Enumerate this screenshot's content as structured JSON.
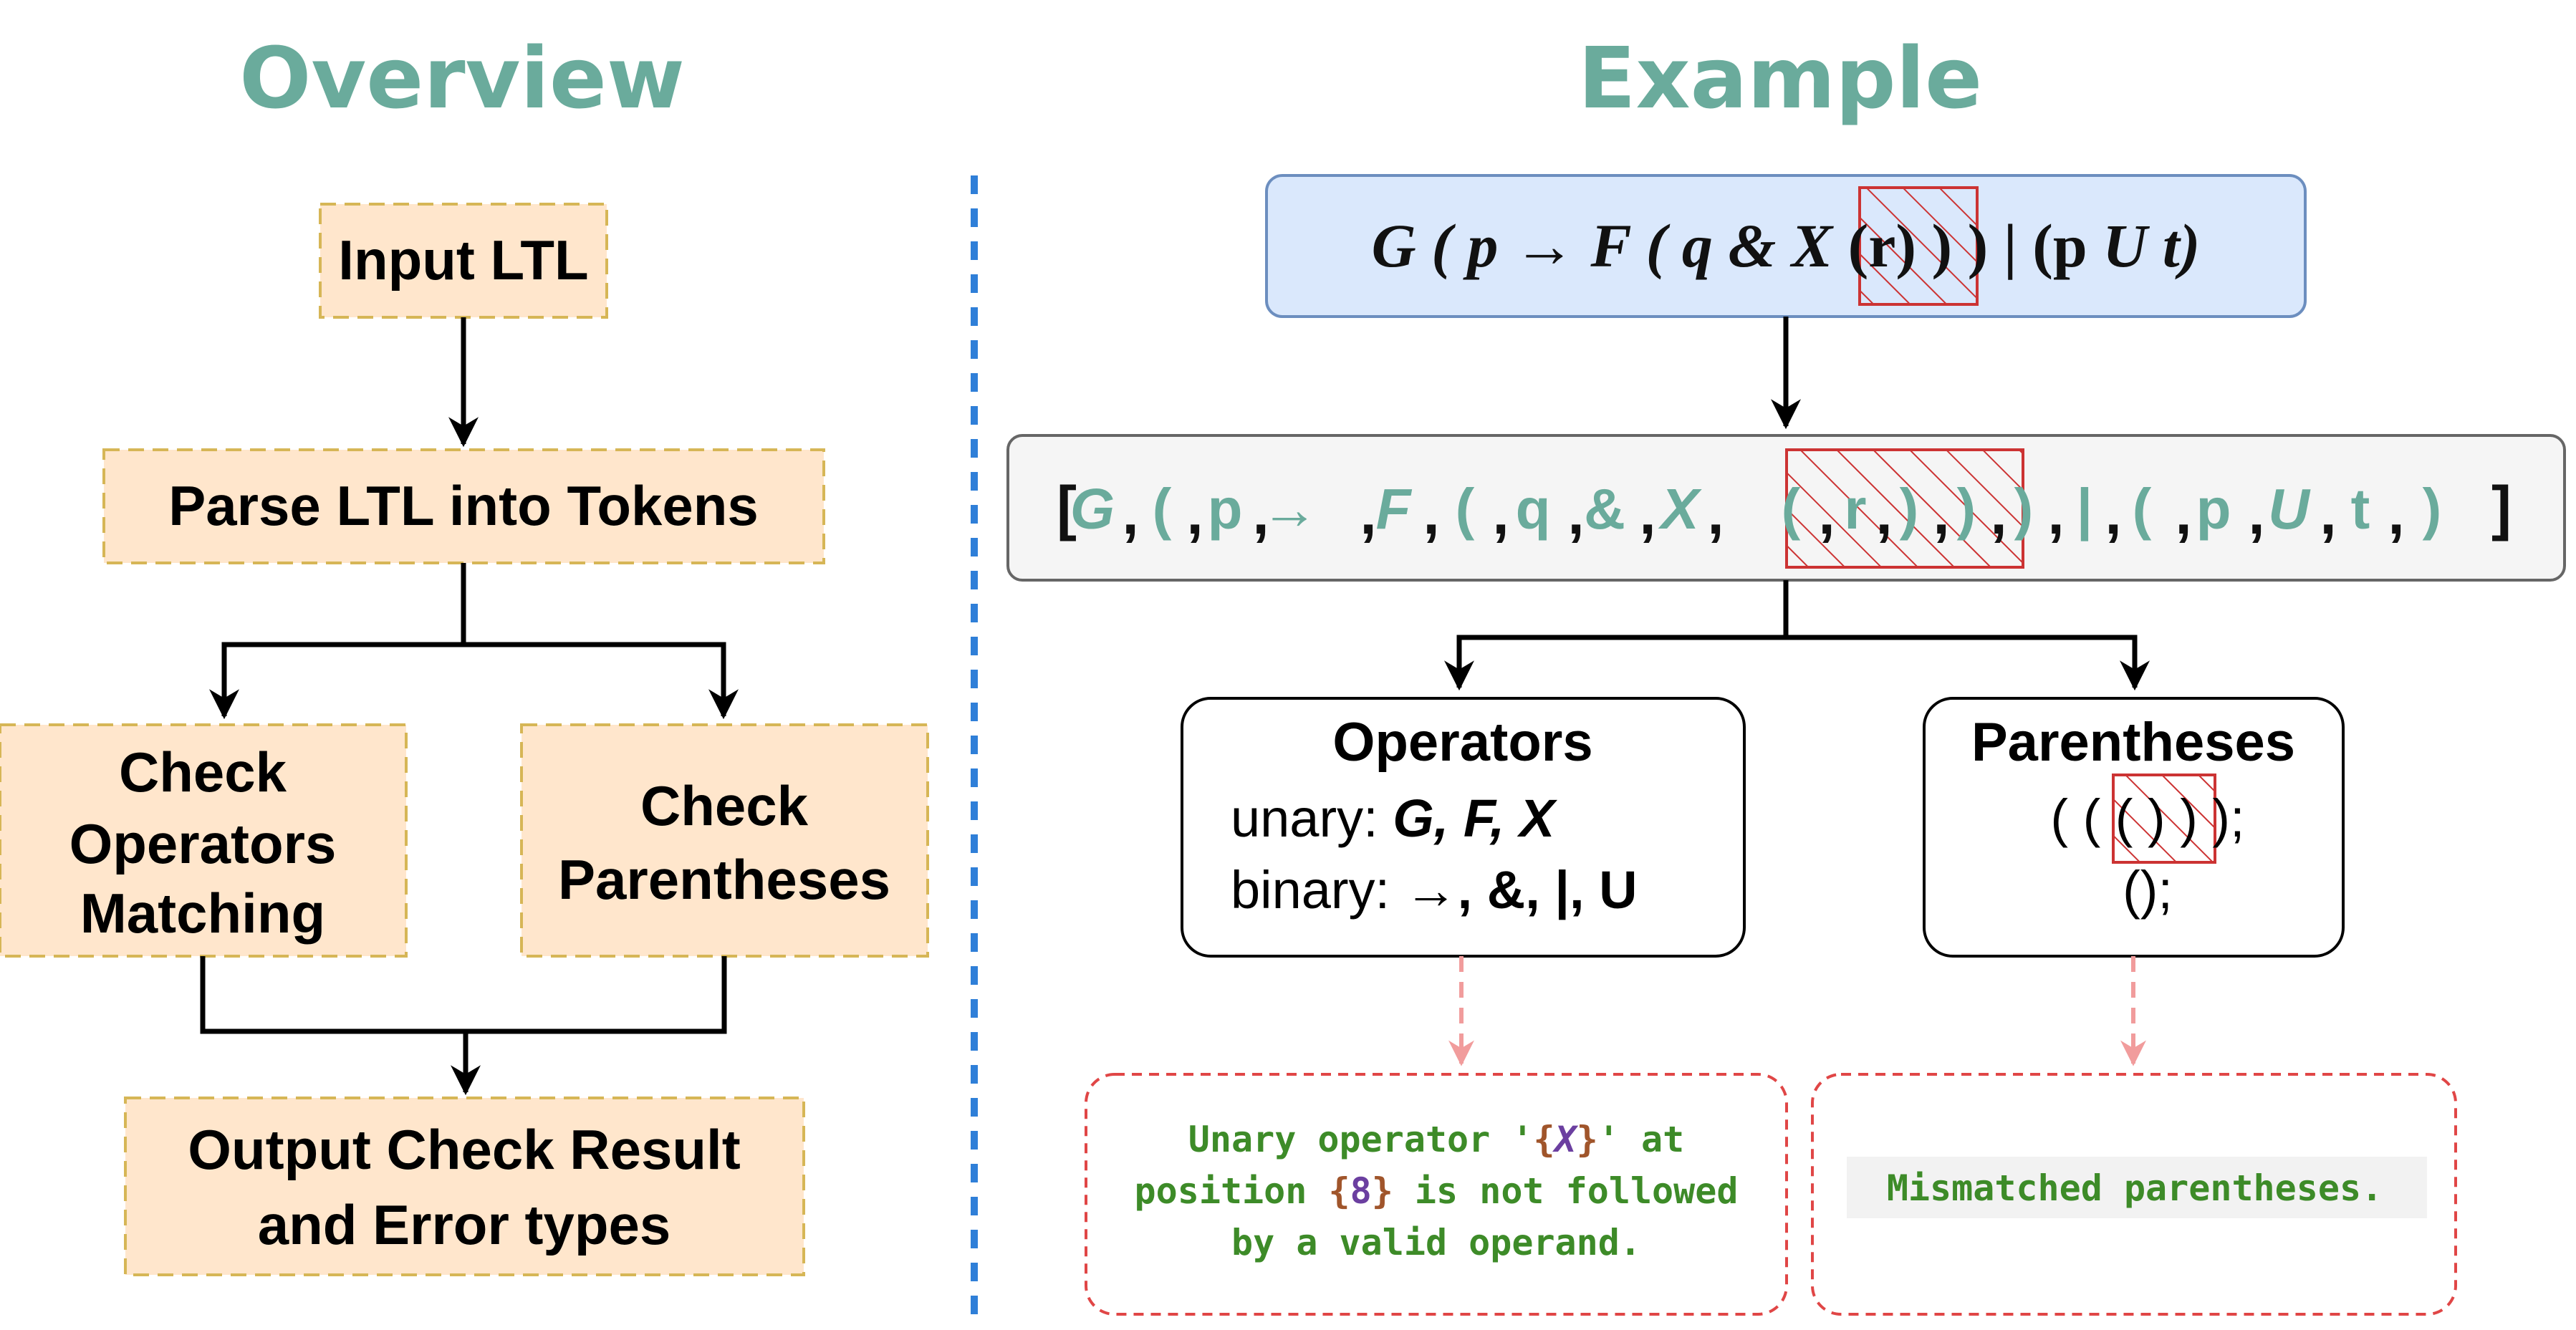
{
  "titles": {
    "overview": "Overview",
    "example": "Example"
  },
  "overview": {
    "input": "Input LTL",
    "parse": "Parse LTL into Tokens",
    "check_operators": [
      "Check",
      "Operators",
      "Matching"
    ],
    "check_parentheses": [
      "Check",
      "Parentheses"
    ],
    "output": [
      "Output Check Result",
      "and Error types"
    ]
  },
  "example": {
    "formula": {
      "part1": "G ( p → ",
      "part2": "F ( q & X ",
      "highlight": "(r) )",
      "part3": " ) | (p ",
      "part4": "U t)"
    },
    "tokens_open": "[",
    "tokens_close": "]",
    "tokens": [
      "G",
      "(",
      "p",
      "→",
      "F",
      "(",
      "q",
      "&",
      "X",
      "(",
      "r",
      ")",
      ")",
      ")",
      "|",
      "(",
      "p",
      "U",
      "t",
      ")"
    ],
    "operators_box": {
      "title": "Operators",
      "unary_label": "unary: ",
      "unary_ops": "G, F, X",
      "binary_label": "binary: ",
      "binary_ops": "→, &, |, U"
    },
    "parentheses_box": {
      "title": "Parentheses",
      "line1": "( ( ( ) ) );",
      "line2": "();"
    },
    "error_operators": {
      "l1_pre": "Unary operator '",
      "l1_brace_open": "{",
      "l1_var": "X",
      "l1_brace_close": "}",
      "l1_post": "' at",
      "l2_pre": "position ",
      "l2_brace_open": "{",
      "l2_num": "8",
      "l2_brace_close": "}",
      "l2_post": " is not followed",
      "l3": "by a valid operand."
    },
    "error_parentheses": "Mismatched parentheses."
  },
  "colors": {
    "title": "#6aab9c",
    "overview_box_fill": "#ffe6cc",
    "overview_box_stroke": "#d6b656",
    "formula_fill": "#dae8fc",
    "formula_stroke": "#6c8ebf",
    "tokens_fill": "#f5f5f5",
    "tokens_stroke": "#666666",
    "hatch": "#cc3333",
    "divider": "#2f7fd8",
    "error_stroke": "#e04646",
    "dashed_arrow": "#f19c9c",
    "code_green": "#3d8b28"
  }
}
